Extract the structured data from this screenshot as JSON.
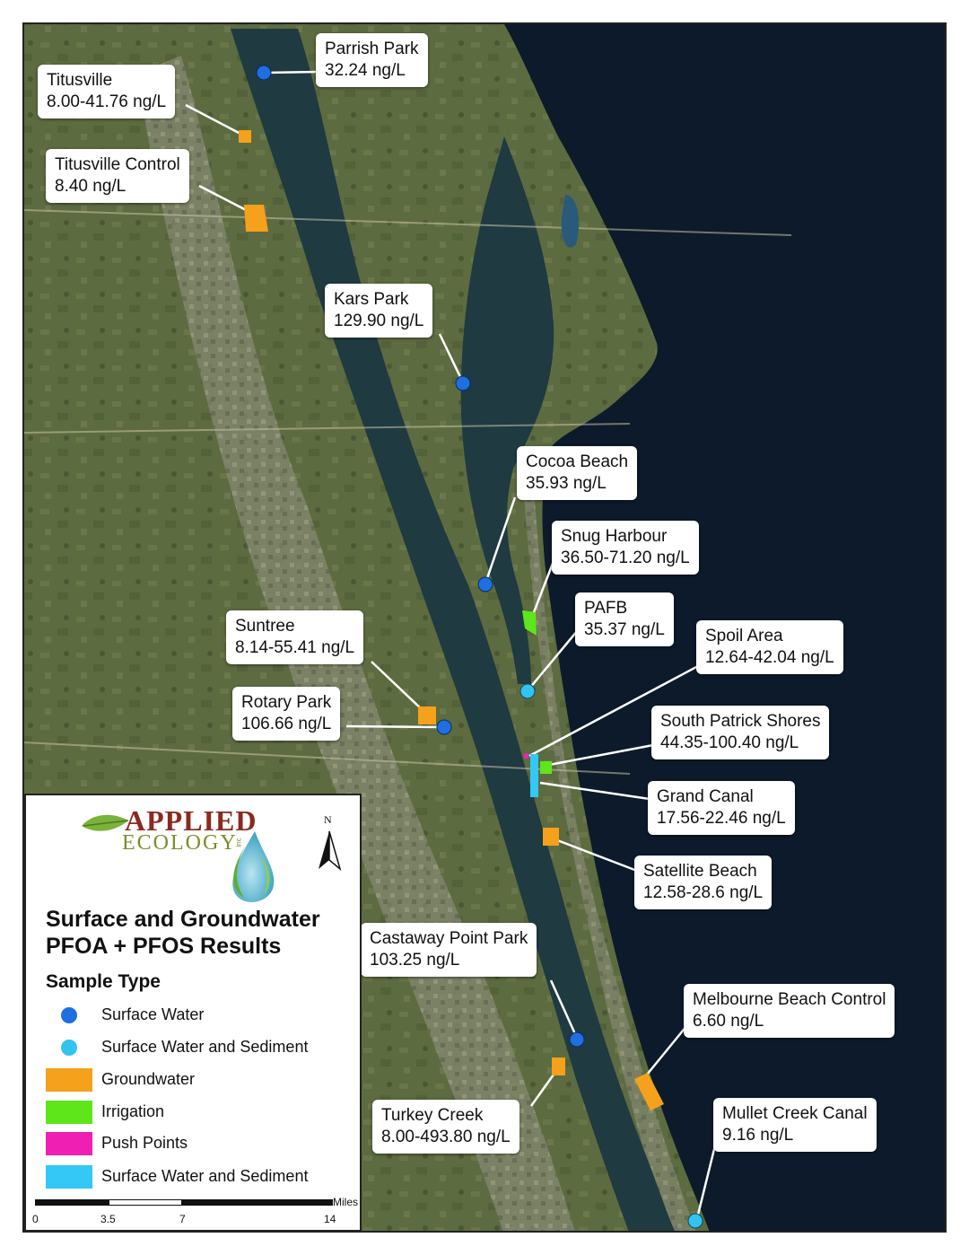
{
  "map": {
    "callouts": [
      {
        "id": "parrish-park",
        "name": "Parrish Park",
        "value": "32.24 ng/L"
      },
      {
        "id": "titusville",
        "name": "Titusville",
        "value": "8.00-41.76 ng/L"
      },
      {
        "id": "titusville-control",
        "name": "Titusville Control",
        "value": "8.40 ng/L"
      },
      {
        "id": "kars-park",
        "name": "Kars Park",
        "value": "129.90 ng/L"
      },
      {
        "id": "cocoa-beach",
        "name": "Cocoa Beach",
        "value": "35.93 ng/L"
      },
      {
        "id": "snug-harbour",
        "name": "Snug Harbour",
        "value": "36.50-71.20 ng/L"
      },
      {
        "id": "pafb",
        "name": "PAFB",
        "value": "35.37 ng/L"
      },
      {
        "id": "suntree",
        "name": "Suntree",
        "value": "8.14-55.41 ng/L"
      },
      {
        "id": "spoil-area",
        "name": "Spoil Area",
        "value": "12.64-42.04 ng/L"
      },
      {
        "id": "rotary-park",
        "name": "Rotary Park",
        "value": "106.66 ng/L"
      },
      {
        "id": "south-patrick-shores",
        "name": "South Patrick Shores",
        "value": "44.35-100.40 ng/L"
      },
      {
        "id": "grand-canal",
        "name": "Grand Canal",
        "value": "17.56-22.46 ng/L"
      },
      {
        "id": "satellite-beach",
        "name": "Satellite Beach",
        "value": "12.58-28.6 ng/L"
      },
      {
        "id": "castaway-point-park",
        "name": "Castaway Point Park",
        "value": "103.25 ng/L"
      },
      {
        "id": "melbourne-beach-control",
        "name": "Melbourne Beach Control",
        "value": "6.60 ng/L"
      },
      {
        "id": "turkey-creek",
        "name": "Turkey Creek",
        "value": "8.00-493.80 ng/L"
      },
      {
        "id": "mullet-creek-canal",
        "name": "Mullet Creek Canal",
        "value": "9.16 ng/L"
      }
    ]
  },
  "legend": {
    "logo_word1": "APPLIED",
    "logo_word2": "ECOLOGY",
    "logo_suffix": "inc",
    "north_label": "N",
    "title_line1": "Surface and Groundwater",
    "title_line2": "PFOA + PFOS Results",
    "subtitle": "Sample Type",
    "items": [
      {
        "label": "Surface Water",
        "symbol": "dot",
        "color": "#1f6fe0"
      },
      {
        "label": "Surface Water and Sediment",
        "symbol": "dot",
        "color": "#33c3f0"
      },
      {
        "label": "Groundwater",
        "symbol": "rect",
        "color": "#f5a11c"
      },
      {
        "label": "Irrigation",
        "symbol": "rect",
        "color": "#5ee61a"
      },
      {
        "label": "Push Points",
        "symbol": "rect",
        "color": "#f01fb4"
      },
      {
        "label": "Surface Water and Sediment",
        "symbol": "rect",
        "color": "#33c8f5"
      }
    ]
  },
  "scale_bar": {
    "unit": "Miles",
    "ticks": [
      "0",
      "3.5",
      "7",
      "14"
    ]
  },
  "colors": {
    "ocean": "#0c1a2b",
    "land": "#5b6a3e",
    "lagoon": "#1f3a40"
  }
}
